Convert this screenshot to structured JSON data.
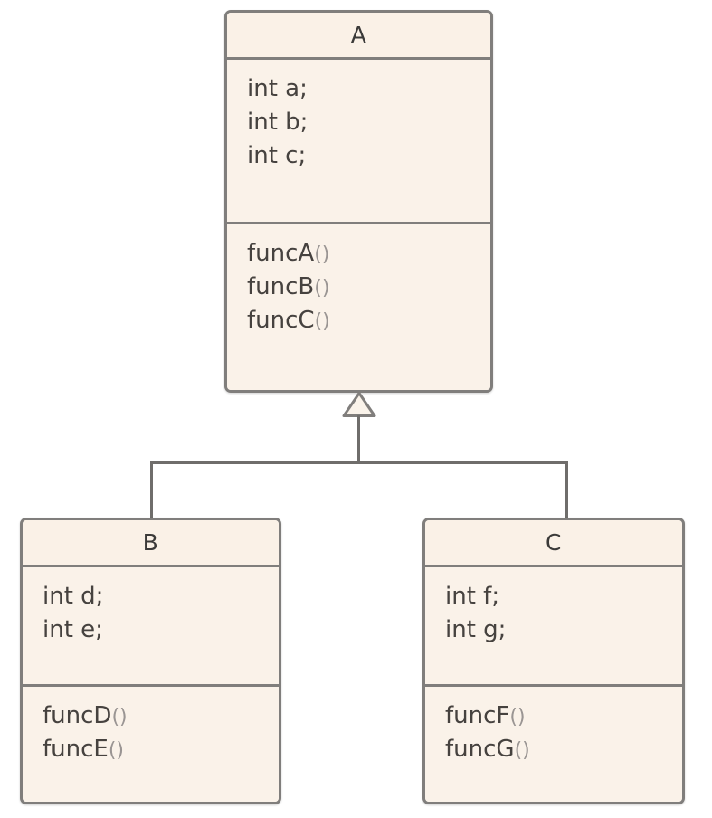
{
  "diagram": {
    "type": "uml-class-diagram",
    "relationship": "generalization",
    "classes": [
      {
        "id": "A",
        "name": "A",
        "role": "base-class",
        "attributes": [
          "int a;",
          "int b;",
          "int c;"
        ],
        "operations": [
          "funcA()",
          "funcB()",
          "funcC()"
        ]
      },
      {
        "id": "B",
        "name": "B",
        "role": "derived-class",
        "attributes": [
          "int d;",
          "int e;"
        ],
        "operations": [
          "funcD()",
          "funcE()"
        ]
      },
      {
        "id": "C",
        "name": "C",
        "role": "derived-class",
        "attributes": [
          "int f;",
          "int g;"
        ],
        "operations": [
          "funcF()",
          "funcG()"
        ]
      }
    ],
    "edges": [
      {
        "from": "B",
        "to": "A",
        "kind": "generalization"
      },
      {
        "from": "C",
        "to": "A",
        "kind": "generalization"
      }
    ]
  },
  "colors": {
    "box_fill": "#faf2e9",
    "box_border": "#807e7c",
    "line": "#6f6d6b",
    "text": "#46423f",
    "paren": "#9a9593",
    "background": "#ffffff"
  }
}
